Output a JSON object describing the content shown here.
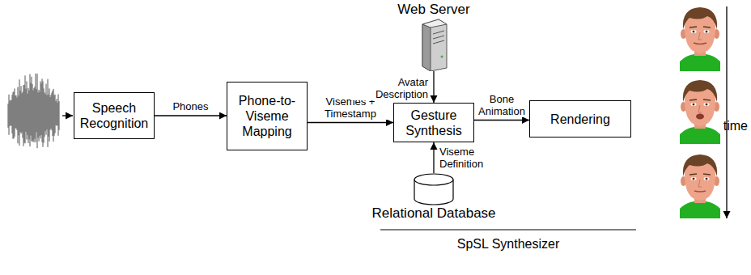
{
  "diagram": {
    "nodes": [
      {
        "text": [
          "Speech Recognition"
        ]
      },
      {
        "text": [
          "Phone-to-Viseme Mapping"
        ]
      },
      {
        "text": [
          "Web Server"
        ]
      },
      {
        "text": [
          "Gesture Synthesis"
        ]
      },
      {
        "text": [
          "Relational Database"
        ]
      },
      {
        "text": [
          "Rendering"
        ]
      }
    ],
    "edges": [
      {
        "from": 0,
        "to": 1,
        "label": "Phones",
        "arrow": "to"
      },
      {
        "from": 1,
        "to": 3,
        "label": "Visemes + Timestamp",
        "arrow": "to"
      },
      {
        "from": 2,
        "to": 3,
        "label": "Avatar Description",
        "arrow": "to"
      },
      {
        "from": 4,
        "to": 3,
        "label": "Viseme Definition",
        "arrow": "to"
      },
      {
        "from": 3,
        "to": 5,
        "label": "Bone Animation",
        "arrow": "to"
      }
    ],
    "labels": [
      "time",
      "SpSL Synthesizer"
    ]
  }
}
